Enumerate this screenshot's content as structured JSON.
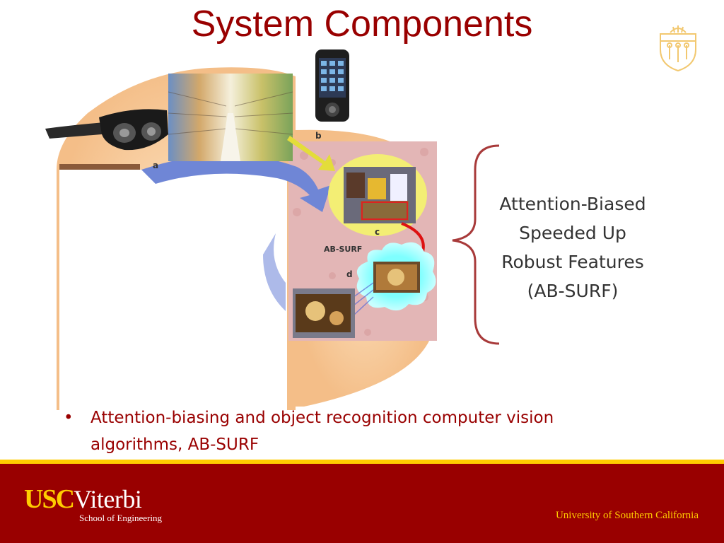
{
  "slide": {
    "title": "System Components"
  },
  "figure": {
    "labels": {
      "a": "a",
      "b": "b",
      "c": "c",
      "d": "d",
      "ab_surf": "AB-SURF"
    },
    "callout_lines": [
      "Attention-Biased",
      "Speeded Up",
      "Robust Features",
      "(AB-SURF)"
    ],
    "colors": {
      "orange_disc": "#f6c48e",
      "pink_panel": "#e6b8b8",
      "yellow_ellipse": "#f3ee74",
      "cyan_cloud": "#7fffff",
      "blue_arrow": "#6f86d6",
      "red_arrow": "#dd1111"
    }
  },
  "bullets": [
    "Attention-biasing and object recognition computer vision algorithms, AB-SURF"
  ],
  "footer": {
    "brand_usc": "USC",
    "brand_viterbi": "Viterbi",
    "school": "School of Engineering",
    "university": "University of Southern California",
    "colors": {
      "cardinal": "#990000",
      "gold": "#ffcc00"
    }
  },
  "icons": {
    "seal": "usc-seal-icon",
    "glasses": "smart-glasses-icon",
    "phone": "smartphone-icon"
  }
}
